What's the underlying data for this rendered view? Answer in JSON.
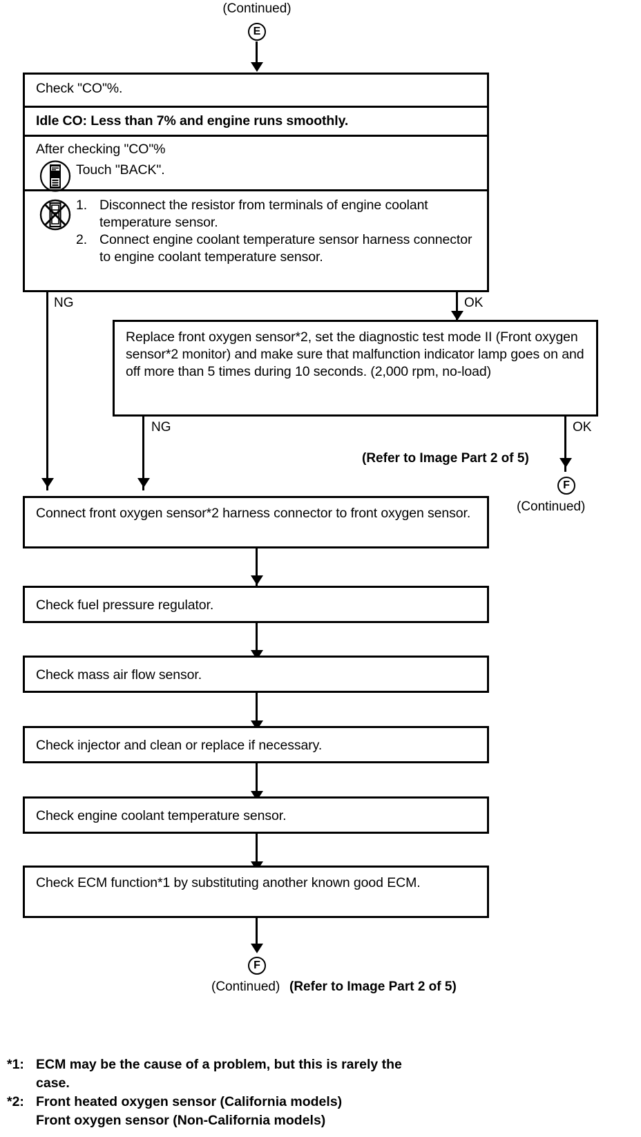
{
  "diagram": {
    "title_top": "(Continued)",
    "entry_tag": "E",
    "exit_tag": "F",
    "continued_label": "(Continued)"
  },
  "check_co_box": {
    "segments": [
      {
        "id": "check-co",
        "text": "Check \"CO\"%.",
        "bold": false
      },
      {
        "id": "idle-co-spec",
        "text": "Idle CO: Less than 7% and engine runs smoothly.",
        "bold": true
      },
      {
        "id": "after-checking",
        "icon": "scan-tool-icon",
        "line1": "After checking \"CO\"%",
        "line2": "Touch \"BACK\"."
      },
      {
        "id": "disconnect-steps",
        "icon": "no-scan-tool-icon",
        "steps": [
          {
            "num": "1.",
            "text": "Disconnect the resistor from terminals of engine coolant temperature sensor."
          },
          {
            "num": "2.",
            "text": "Connect engine coolant temperature sensor harness connector to engine coolant temperature sensor."
          }
        ]
      }
    ]
  },
  "branches": {
    "ng_label": "NG",
    "ok_label": "OK",
    "ng_label_2": "NG",
    "ok_label_2": "OK",
    "refer_note_mid": "(Refer to Image Part 2 of 5)"
  },
  "replace_box": {
    "id": "replace-front-oxygen-sensor",
    "text": "Replace front oxygen sensor*2, set the diagnostic test mode II (Front oxygen sensor*2 monitor) and make sure that malfunction indicator lamp goes on and off more than 5 times during 10 seconds. (2,000 rpm, no-load)"
  },
  "steps_boxes": [
    {
      "id": "connect-front-oxygen-sensor",
      "text": "Connect front oxygen sensor*2 harness connector to front oxygen sensor.",
      "lines": 2
    },
    {
      "id": "check-fuel-pressure-regulator",
      "text": "Check fuel pressure regulator.",
      "lines": 1
    },
    {
      "id": "check-mass-air-flow-sensor",
      "text": "Check mass air flow sensor.",
      "lines": 1
    },
    {
      "id": "check-injector",
      "text": "Check injector and clean or replace if necessary.",
      "lines": 1
    },
    {
      "id": "check-engine-coolant-temperature-sensor",
      "text": "Check engine coolant temperature sensor.",
      "lines": 1
    },
    {
      "id": "check-ecm-function",
      "text": "Check ECM function*1 by substituting another known good ECM.",
      "lines": 2
    }
  ],
  "bottom": {
    "tag": "F",
    "continued": "(Continued)",
    "refer_note": "(Refer to Image Part 2 of 5)"
  },
  "footnotes": [
    {
      "mark": "*1:",
      "line1": "ECM may be the cause of a problem, but this is rarely the",
      "line2": "case."
    },
    {
      "mark": "*2:",
      "line1": "Front heated oxygen sensor (California models)",
      "line2": "Front oxygen sensor (Non-California models)"
    }
  ]
}
